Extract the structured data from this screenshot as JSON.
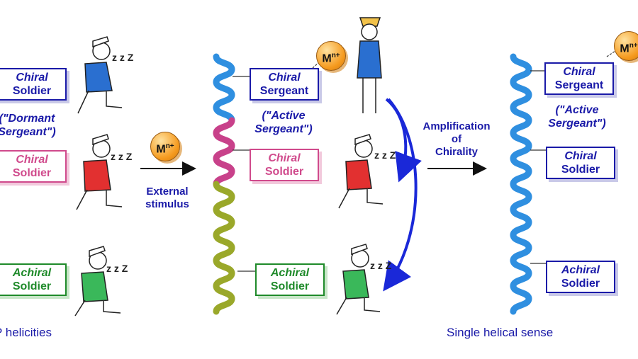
{
  "left": {
    "chiral_soldier_1": {
      "l1": "Chiral",
      "l2": "Soldier"
    },
    "dormant_note": {
      "l1": "(\"Dormant",
      "l2": "Sergeant\")"
    },
    "chiral_soldier_2": {
      "l1": "Chiral",
      "l2": "Soldier"
    },
    "achiral_soldier": {
      "l1": "Achiral",
      "l2": "Soldier"
    },
    "caption": "P helicities"
  },
  "middle": {
    "ion_label": "M",
    "ion_charge": "n+",
    "external_stimulus": {
      "l1": "External",
      "l2": "stimulus"
    },
    "chiral_sergeant": {
      "l1": "Chiral",
      "l2": "Sergeant"
    },
    "active_note": {
      "l1": "(\"Active",
      "l2": "Sergeant\")"
    },
    "chiral_soldier": {
      "l1": "Chiral",
      "l2": "Soldier"
    },
    "achiral_soldier": {
      "l1": "Achiral",
      "l2": "Soldier"
    }
  },
  "right": {
    "amplification": {
      "l1": "Amplification",
      "l2": "of",
      "l3": "Chirality"
    },
    "chiral_sergeant": {
      "l1": "Chiral",
      "l2": "Sergeant"
    },
    "active_note": {
      "l1": "(\"Active",
      "l2": "Sergeant\")"
    },
    "chiral_soldier": {
      "l1": "Chiral",
      "l2": "Soldier"
    },
    "achiral_soldier": {
      "l1": "Achiral",
      "l2": "Soldier"
    },
    "caption": "Single helical sense",
    "ion_label": "M",
    "ion_charge": "n+"
  },
  "colors": {
    "label_blue": "#1a1aa8",
    "helix_blue": "#2f8fe0",
    "helix_pink": "#c8418a",
    "helix_olive": "#9aa82a",
    "ion_orange": "#f59a1e"
  }
}
